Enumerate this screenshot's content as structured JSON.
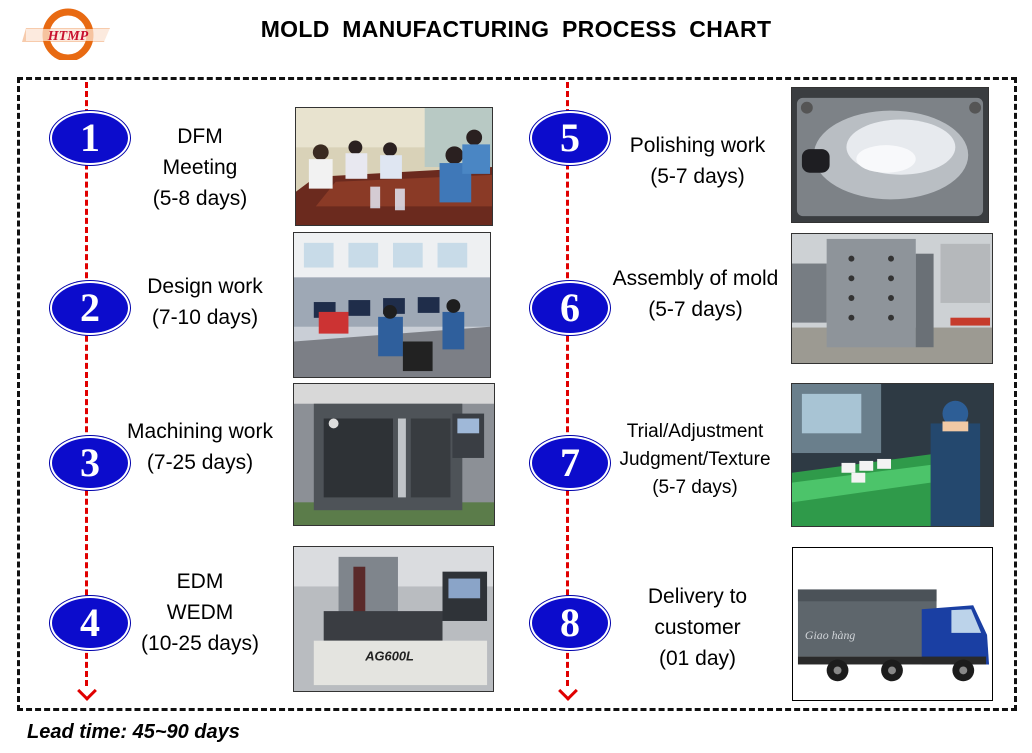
{
  "header": {
    "logo_text": "HTMP",
    "title": "MOLD  MANUFACTURING  PROCESS  CHART"
  },
  "steps": [
    {
      "number": "1",
      "lines": [
        "DFM",
        "Meeting",
        "(5-8 days)"
      ]
    },
    {
      "number": "2",
      "lines": [
        "Design work",
        "(7-10 days)"
      ]
    },
    {
      "number": "3",
      "lines": [
        "Machining work",
        "(7-25 days)"
      ]
    },
    {
      "number": "4",
      "lines": [
        "EDM",
        "WEDM",
        "(10-25 days)"
      ]
    },
    {
      "number": "5",
      "lines": [
        "Polishing work",
        "(5-7 days)"
      ]
    },
    {
      "number": "6",
      "lines": [
        "Assembly of mold",
        "(5-7 days)"
      ]
    },
    {
      "number": "7",
      "lines": [
        "Trial/Adjustment",
        "Judgment/Texture",
        "(5-7 days)"
      ]
    },
    {
      "number": "8",
      "lines": [
        "Delivery to",
        "customer",
        "(01 day)"
      ]
    }
  ],
  "photo_labels": {
    "machine_brand": "AG600L",
    "truck_text": "Giao hàng"
  },
  "footer": {
    "lead_time": "Lead time: 45~90 days"
  },
  "colors": {
    "badge": "#0c0ccc",
    "timeline": "#e00000",
    "frame": "#111111"
  }
}
